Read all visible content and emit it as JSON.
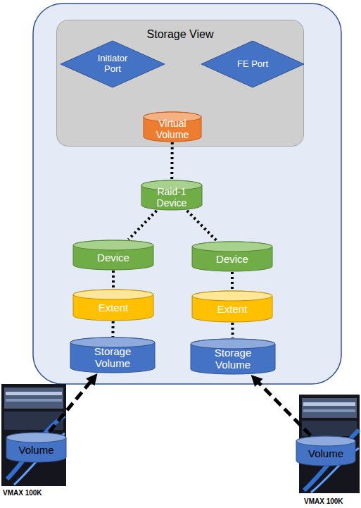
{
  "diagram": {
    "nodes": [
      {
        "text": [
          "Storage View"
        ]
      },
      {
        "text": [
          "Initiator Port"
        ],
        "in": 0
      },
      {
        "text": [
          "FE Port"
        ],
        "in": 0
      },
      {
        "text": [
          "Virtual Volume"
        ],
        "in": 0
      },
      {
        "text": [
          "Raid-1 Device"
        ]
      },
      {
        "text": [
          "Device"
        ]
      },
      {
        "text": [
          "Device"
        ]
      },
      {
        "text": [
          "Extent"
        ]
      },
      {
        "text": [
          "Extent"
        ]
      },
      {
        "text": [
          "Storage Volume"
        ]
      },
      {
        "text": [
          "Storage Volume"
        ]
      },
      {
        "text": [
          "Volume"
        ]
      },
      {
        "text": [
          "Volume"
        ]
      }
    ],
    "edges": [
      {
        "from": 3,
        "to": 4,
        "arrow": "none"
      },
      {
        "from": 4,
        "to": 5,
        "arrow": "none"
      },
      {
        "from": 4,
        "to": 6,
        "arrow": "none"
      },
      {
        "from": 5,
        "to": 7,
        "arrow": "none"
      },
      {
        "from": 6,
        "to": 8,
        "arrow": "none"
      },
      {
        "from": 7,
        "to": 9,
        "arrow": "none"
      },
      {
        "from": 8,
        "to": 10,
        "arrow": "none"
      },
      {
        "from": 11,
        "to": 9,
        "arrow": "to"
      },
      {
        "from": 12,
        "to": 10,
        "arrow": "to"
      }
    ],
    "labels": [
      "VMAX 100K",
      "VMAX 100K"
    ]
  }
}
